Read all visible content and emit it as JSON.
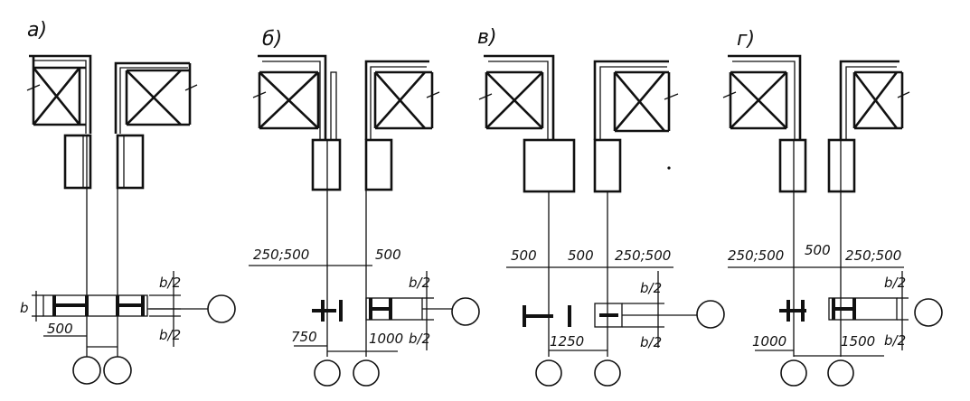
{
  "panels": [
    {
      "label": "а)",
      "dims": {
        "gap_left": "",
        "gap_mid": "",
        "gap_right": "",
        "b": "b",
        "b2_top": "b/2",
        "b2_bot": "b/2",
        "bot_left": "500",
        "bot_right": ""
      }
    },
    {
      "label": "б)",
      "dims": {
        "gap_left": "250;500",
        "gap_mid": "500",
        "gap_right": "",
        "b": "",
        "b2_top": "b/2",
        "b2_bot": "b/2",
        "bot_left": "750",
        "bot_right": "1000"
      }
    },
    {
      "label": "в)",
      "dims": {
        "gap_left": "500",
        "gap_mid": "500",
        "gap_right": "250;500",
        "b": "",
        "b2_top": "b/2",
        "b2_bot": "b/2",
        "bot_left": "1250",
        "bot_right": ""
      }
    },
    {
      "label": "г)",
      "dims": {
        "gap_left": "250;500",
        "gap_mid": "500",
        "gap_right": "250;500",
        "b": "",
        "b2_top": "b/2",
        "b2_bot": "b/2",
        "bot_left": "1000",
        "bot_right": "1500"
      }
    }
  ]
}
